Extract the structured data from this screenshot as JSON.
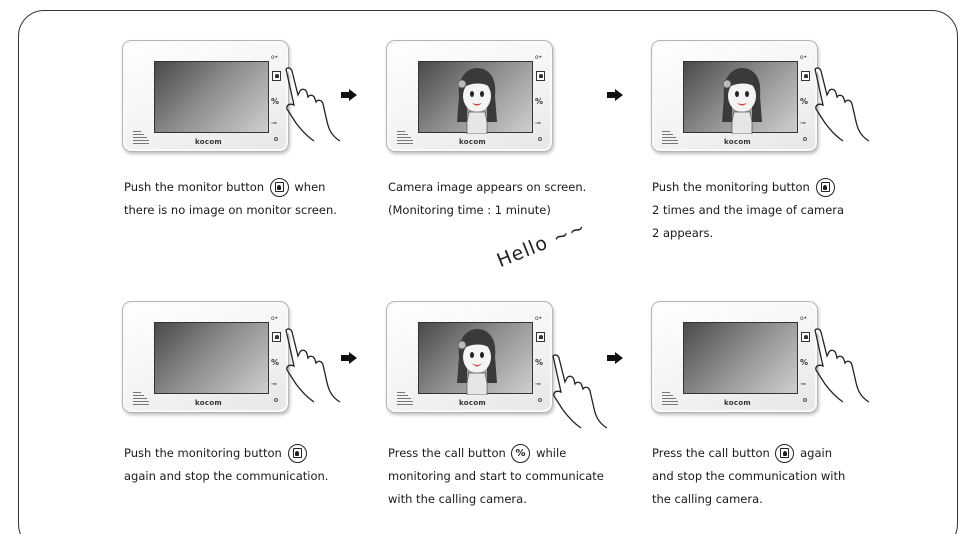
{
  "brand": "kocom",
  "hello_text": "Hello ~~",
  "steps": [
    {
      "id": "step1",
      "caption_lines": [
        "Push the monitor button",
        "when",
        "there is no image on monitor screen."
      ],
      "icon": "monitor-icon",
      "screen": "blank",
      "hand_on": "monitor"
    },
    {
      "id": "step2",
      "caption_lines": [
        "Camera image appears on screen.",
        "(Monitoring time : 1 minute)"
      ],
      "icon": "",
      "screen": "face",
      "hand_on": "none"
    },
    {
      "id": "step3",
      "caption_lines": [
        "Push the monitoring button",
        "",
        "2 times and the image of camera",
        "2 appears."
      ],
      "icon": "monitor-icon",
      "screen": "face",
      "hand_on": "monitor"
    },
    {
      "id": "step4",
      "caption_lines": [
        "Push the monitoring button",
        "",
        "again and stop the communication."
      ],
      "icon": "monitor-icon",
      "screen": "blank",
      "hand_on": "monitor"
    },
    {
      "id": "step5",
      "caption_lines": [
        "Press the call button",
        "while",
        "monitoring and start to communicate",
        "with the calling camera."
      ],
      "icon": "call-icon",
      "screen": "face",
      "hand_on": "call"
    },
    {
      "id": "step6",
      "caption_lines": [
        "Press the call button",
        "again",
        "and stop the communication with",
        "the calling camera."
      ],
      "icon": "monitor-icon",
      "screen": "blank",
      "hand_on": "monitor"
    }
  ]
}
